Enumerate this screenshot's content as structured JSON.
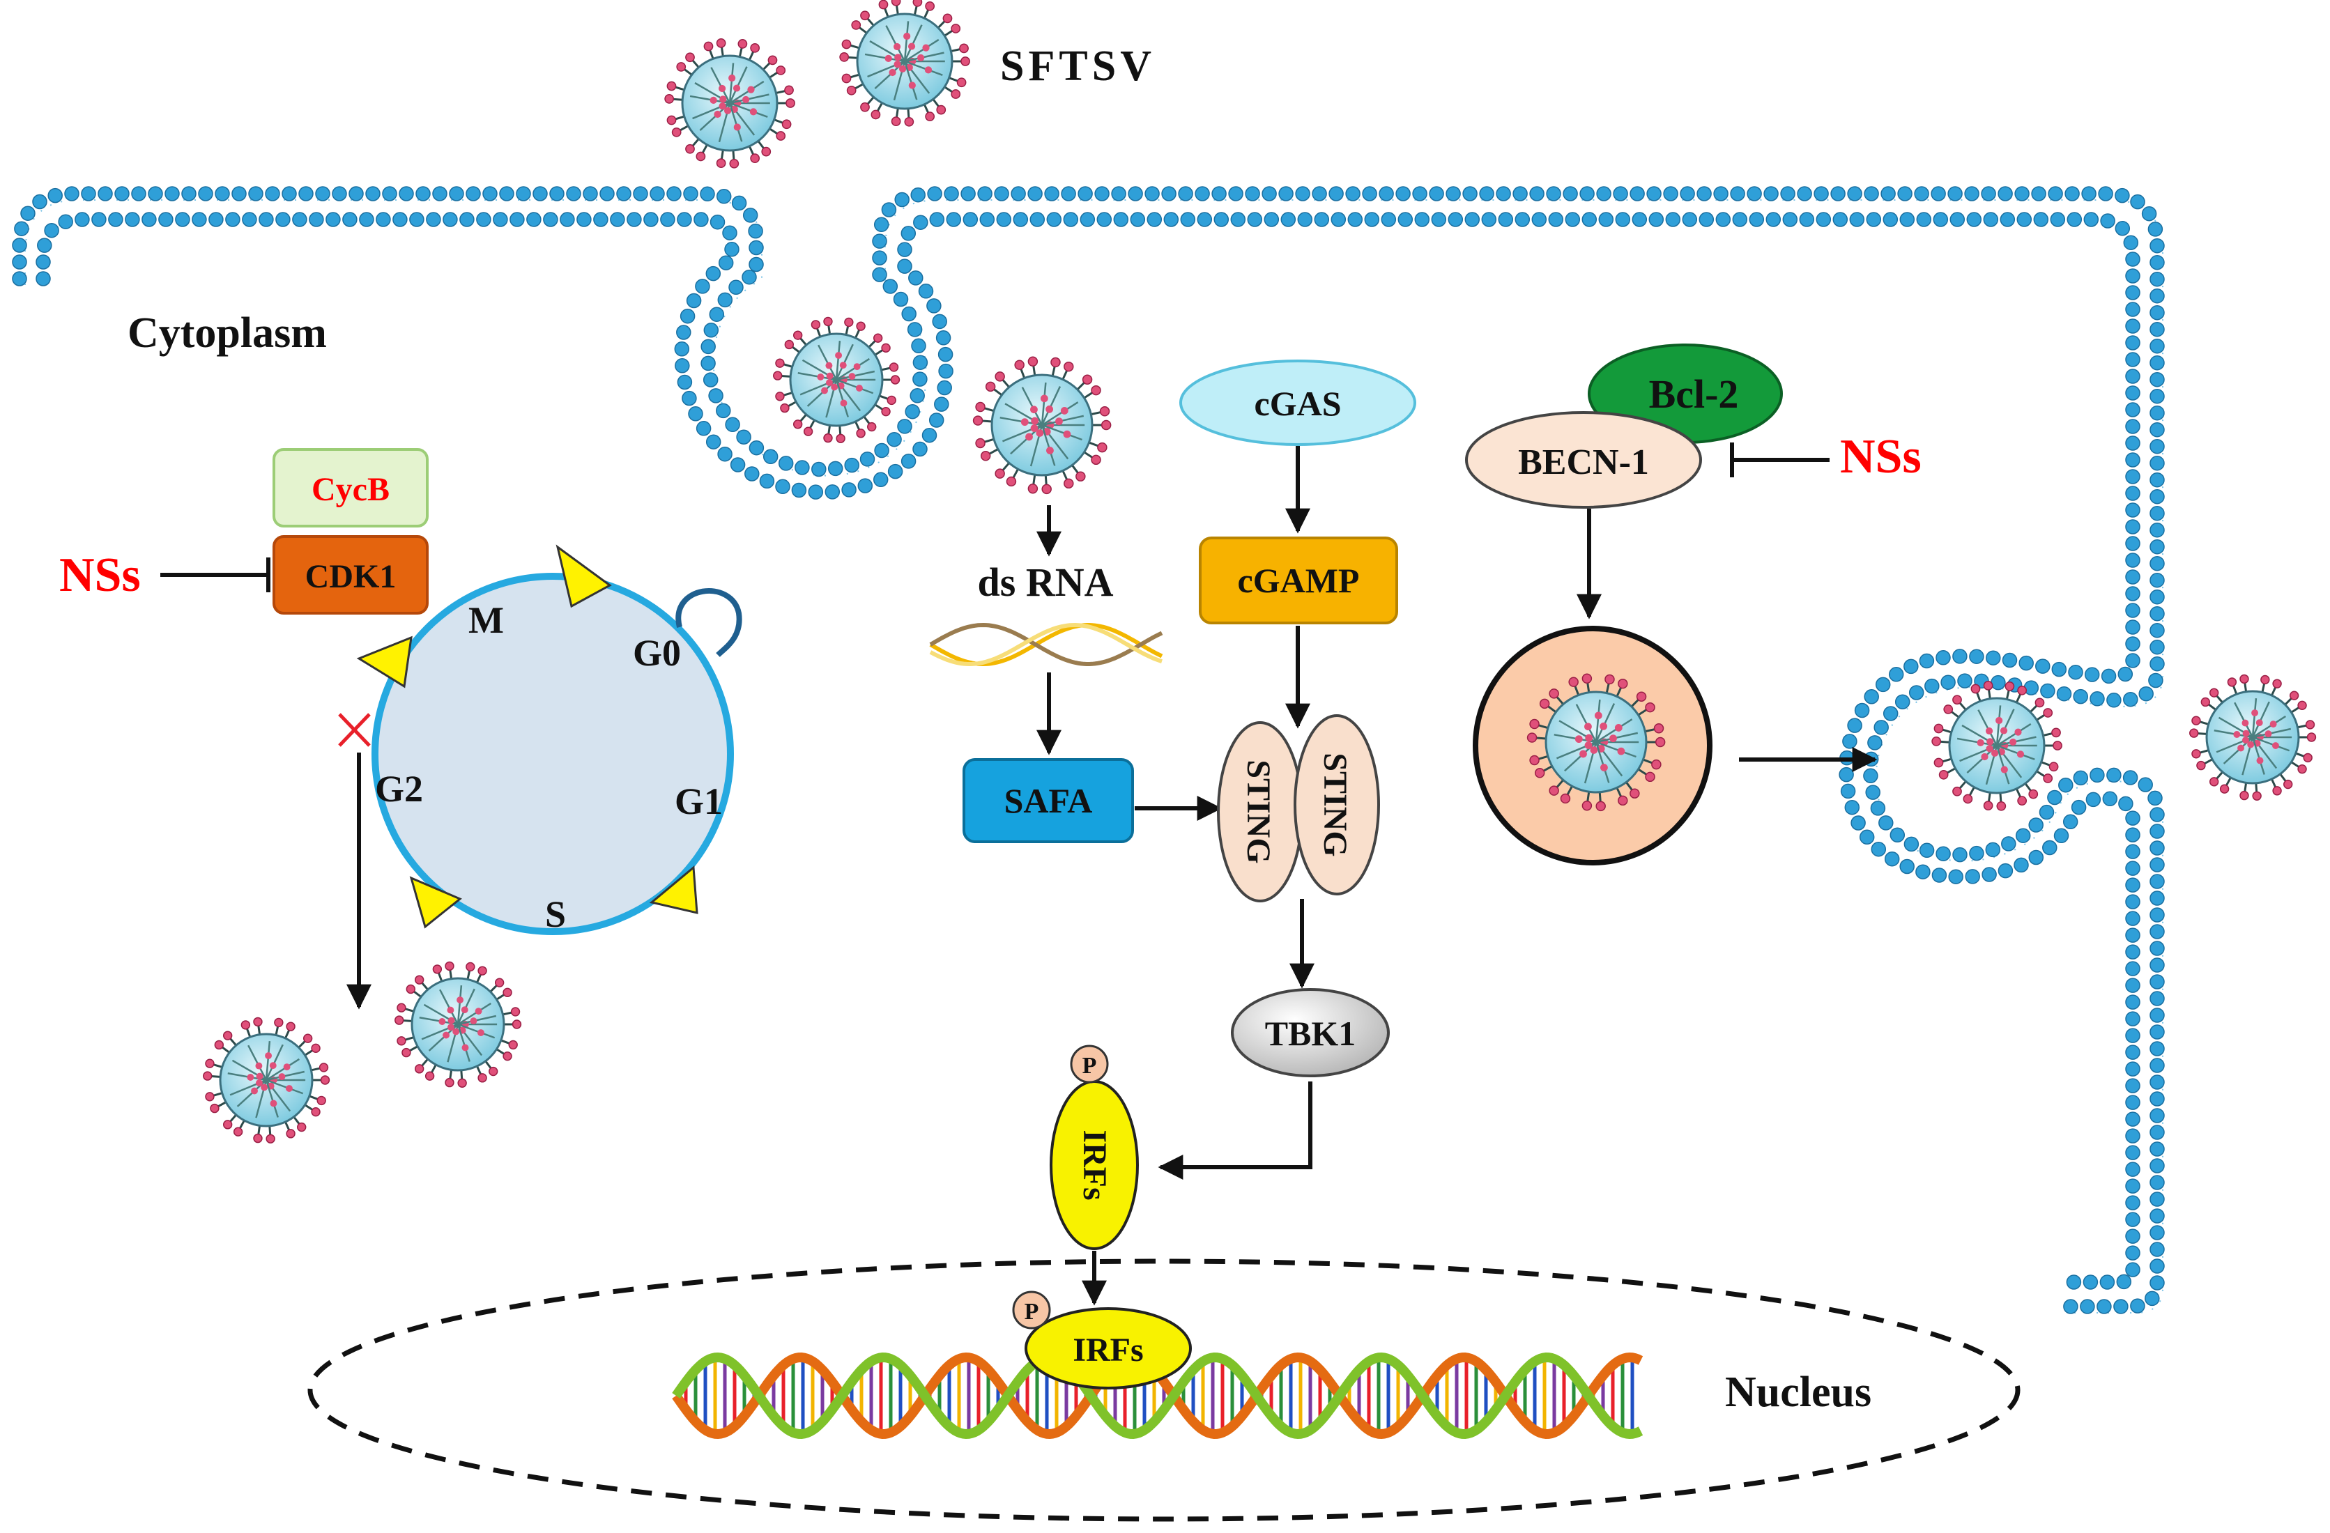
{
  "labels": {
    "virus": "SFTSV",
    "cytoplasm": "Cytoplasm",
    "nucleus": "Nucleus",
    "nss_left": "NSs",
    "nss_right": "NSs",
    "cycb": "CycB",
    "cdk1": "CDK1",
    "phase_m": "M",
    "phase_g0": "G0",
    "phase_g1": "G1",
    "phase_g2": "G2",
    "phase_s": "S",
    "dsrna": "ds RNA",
    "safa": "SAFA",
    "cgas": "cGAS",
    "cgamp": "cGAMP",
    "sting_a": "STING",
    "sting_b": "STING",
    "tbk1": "TBK1",
    "irfs_cyto": "IRFs",
    "irfs_nuc": "IRFs",
    "p_cyto": "P",
    "p_nuc": "P",
    "bcl2": "Bcl-2",
    "becn1": "BECN-1"
  },
  "colors": {
    "membrane": "#2f9fd8",
    "virus_body": "#a8dceb",
    "virus_spike": "#e0507a",
    "cycle_fill": "#d6e3ef",
    "cycle_stroke": "#26a9e0",
    "cycb_fill": "#e4f3cf",
    "cdk1_fill": "#e4640e",
    "safa_fill": "#16a2de",
    "cgas_fill": "#bfeef8",
    "cgamp_fill": "#f7b200",
    "sting_fill": "#f9dfcc",
    "tbk1_fill": "#d3d3d3",
    "irfs_fill": "#f8f200",
    "bcl2_fill": "#139a3a",
    "becn1_fill": "#fbe4d3",
    "autophagosome_fill": "#fbcba9",
    "phase_marker": "#fff200",
    "nss_text": "#ff0000",
    "cycb_text": "#ff0000"
  }
}
